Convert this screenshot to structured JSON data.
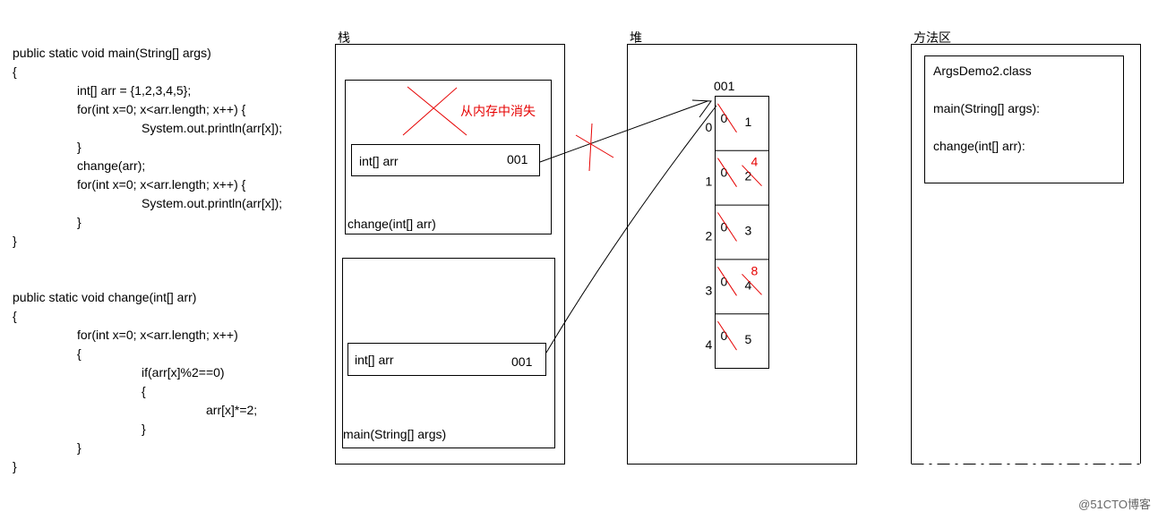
{
  "code": [
    "public static void main(String[] args)",
    "{",
    "int[] arr = {1,2,3,4,5};",
    "for(int x=0; x<arr.length; x++) {",
    "System.out.println(arr[x]);",
    "}",
    "change(arr);",
    "for(int x=0; x<arr.length; x++) {",
    "System.out.println(arr[x]);",
    "}",
    "}",
    "public static void change(int[] arr)",
    "{",
    "for(int x=0; x<arr.length; x++)",
    "{",
    "if(arr[x]%2==0)",
    "{",
    "arr[x]*=2;",
    "}",
    "}",
    "}"
  ],
  "stack": {
    "title": "栈",
    "change_frame": {
      "label": "change(int[] arr)",
      "var": "int[] arr",
      "addr": "001",
      "disappear_note": "从内存中消失"
    },
    "main_frame": {
      "label": "main(String[] args)",
      "var": "int[] arr",
      "addr": "001"
    }
  },
  "heap": {
    "title": "堆",
    "addr": "001",
    "cells": [
      {
        "index": "0",
        "old": "0",
        "value": "1",
        "new": ""
      },
      {
        "index": "1",
        "old": "0",
        "value": "2",
        "new": "4"
      },
      {
        "index": "2",
        "old": "0",
        "value": "3",
        "new": ""
      },
      {
        "index": "3",
        "old": "0",
        "value": "4",
        "new": "8"
      },
      {
        "index": "4",
        "old": "0",
        "value": "5",
        "new": ""
      }
    ]
  },
  "method_area": {
    "title": "方法区",
    "items": [
      "ArgsDemo2.class",
      "main(String[] args):",
      "change(int[] arr):"
    ]
  },
  "watermark": "@51CTO博客",
  "colors": {
    "annotation": "#e60000",
    "line": "#000000"
  }
}
